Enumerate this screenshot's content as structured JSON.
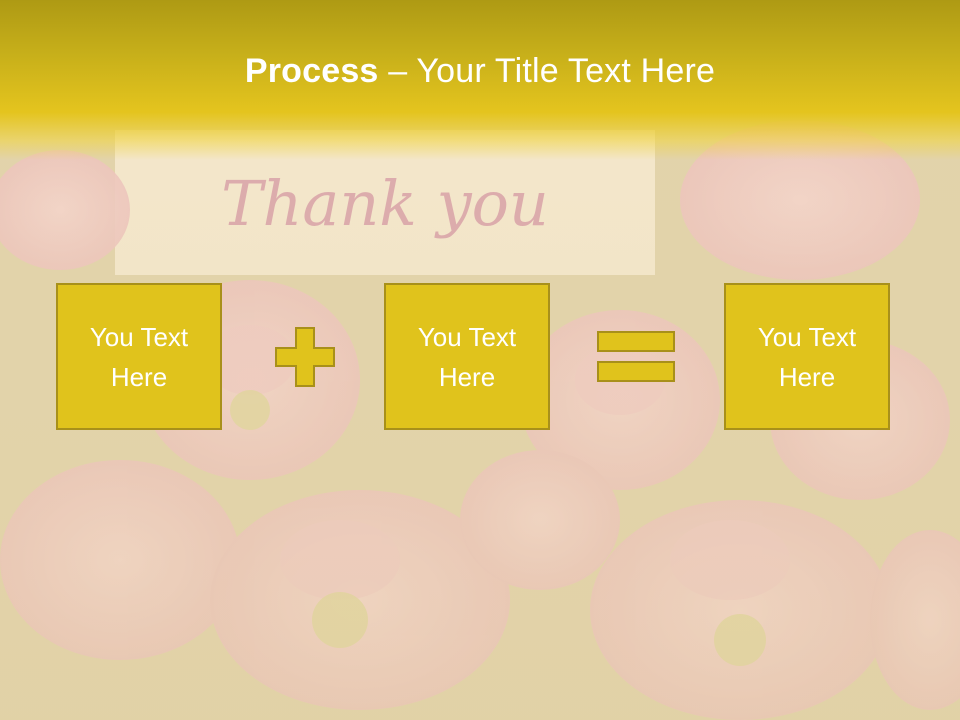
{
  "title": {
    "bold": "Process",
    "dash": " – ",
    "rest": "Your Title Text Here"
  },
  "background": {
    "card_text": "Thank you",
    "description_icon": "pink-flowers-photo"
  },
  "process": {
    "boxes": [
      {
        "text": "You Text Here"
      },
      {
        "text": "You Text Here"
      },
      {
        "text": "You Text Here"
      }
    ],
    "operators": [
      "plus-icon",
      "equals-icon"
    ]
  },
  "colors": {
    "header_top": "#ae9a14",
    "header_mid": "#e4c41e",
    "box_fill": "#e0c31c",
    "box_border": "#a8901a",
    "text": "#ffffff"
  }
}
